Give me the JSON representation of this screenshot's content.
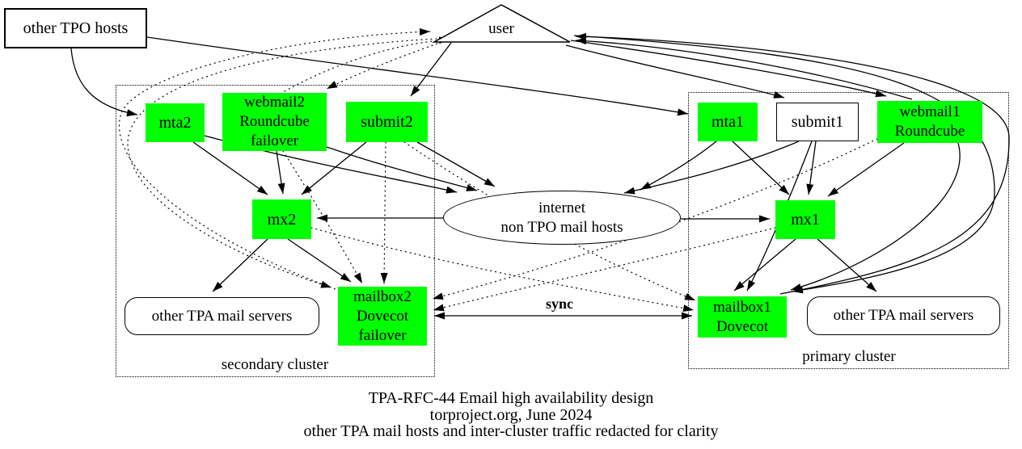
{
  "nodes": {
    "other_tpo_hosts": {
      "label": "other TPO hosts"
    },
    "user": {
      "label": "user"
    },
    "internet": {
      "line1": "internet",
      "line2": "non TPO mail hosts"
    },
    "mta2": {
      "label": "mta2"
    },
    "webmail2": {
      "line1": "webmail2",
      "line2": "Roundcube",
      "line3": "failover"
    },
    "submit2": {
      "label": "submit2"
    },
    "mx2": {
      "label": "mx2"
    },
    "mailbox2": {
      "line1": "mailbox2",
      "line2": "Dovecot",
      "line3": "failover"
    },
    "tpa_servers_secondary": {
      "label": "other TPA mail servers"
    },
    "mta1": {
      "label": "mta1"
    },
    "submit1": {
      "label": "submit1"
    },
    "webmail1": {
      "line1": "webmail1",
      "line2": "Roundcube"
    },
    "mx1": {
      "label": "mx1"
    },
    "mailbox1": {
      "line1": "mailbox1",
      "line2": "Dovecot"
    },
    "tpa_servers_primary": {
      "label": "other TPA mail servers"
    }
  },
  "clusters": {
    "secondary": {
      "label": "secondary cluster"
    },
    "primary": {
      "label": "primary cluster"
    }
  },
  "edge_labels": {
    "sync": "sync"
  },
  "caption": {
    "line1": "TPA-RFC-44 Email high availability design",
    "line2": "torproject.org, June 2024",
    "line3": "other TPA mail hosts and inter-cluster traffic redacted for clarity"
  },
  "colors": {
    "node_green": "#00ff00",
    "node_white": "#ffffff",
    "line": "#000000",
    "background": "#ffffff"
  }
}
